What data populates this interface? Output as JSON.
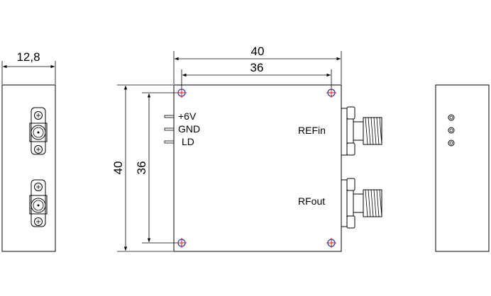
{
  "dimensions": {
    "side_thickness": "12,8",
    "body_width": "40",
    "hole_spacing_horizontal": "36",
    "body_height": "40",
    "hole_spacing_vertical": "36"
  },
  "pins": {
    "power": "+6V",
    "ground": "GND",
    "lock_detect": "LD"
  },
  "ports": {
    "reference_in": "REFin",
    "rf_out": "RFout"
  },
  "colors": {
    "line": "#000000",
    "hole_ring": "#1f3fb0",
    "hole_cross": "#d01818"
  }
}
